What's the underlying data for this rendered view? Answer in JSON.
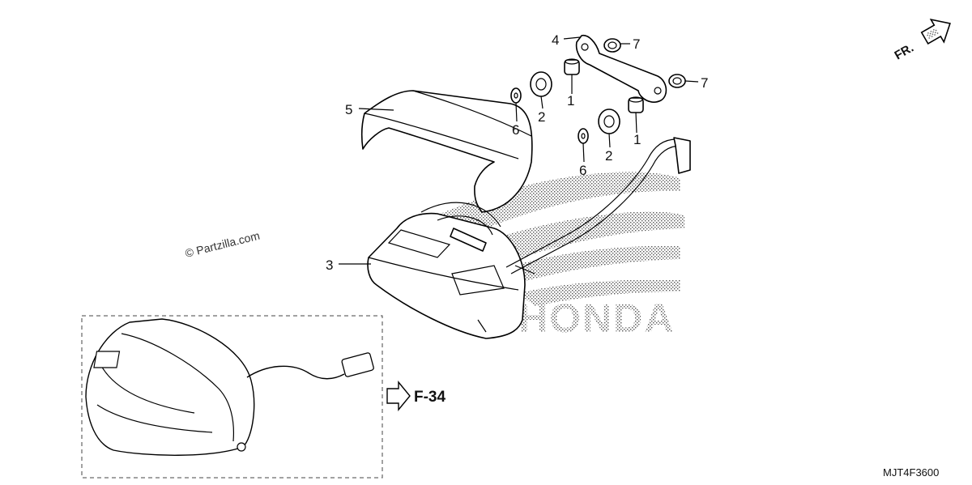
{
  "callouts": [
    {
      "id": "1a",
      "text": "1"
    },
    {
      "id": "1b",
      "text": "1"
    },
    {
      "id": "2a",
      "text": "2"
    },
    {
      "id": "2b",
      "text": "2"
    },
    {
      "id": "3",
      "text": "3"
    },
    {
      "id": "4",
      "text": "4"
    },
    {
      "id": "5",
      "text": "5"
    },
    {
      "id": "6a",
      "text": "6"
    },
    {
      "id": "6b",
      "text": "6"
    },
    {
      "id": "7a",
      "text": "7"
    },
    {
      "id": "7b",
      "text": "7"
    }
  ],
  "reference": "F-34",
  "watermark": "© Partzilla.com",
  "diagram_code": "MJT4F3600",
  "direction_label": "FR.",
  "brand_watermark": "HONDA",
  "icons": [
    "front-direction-arrow-icon",
    "reference-arrow-icon"
  ]
}
